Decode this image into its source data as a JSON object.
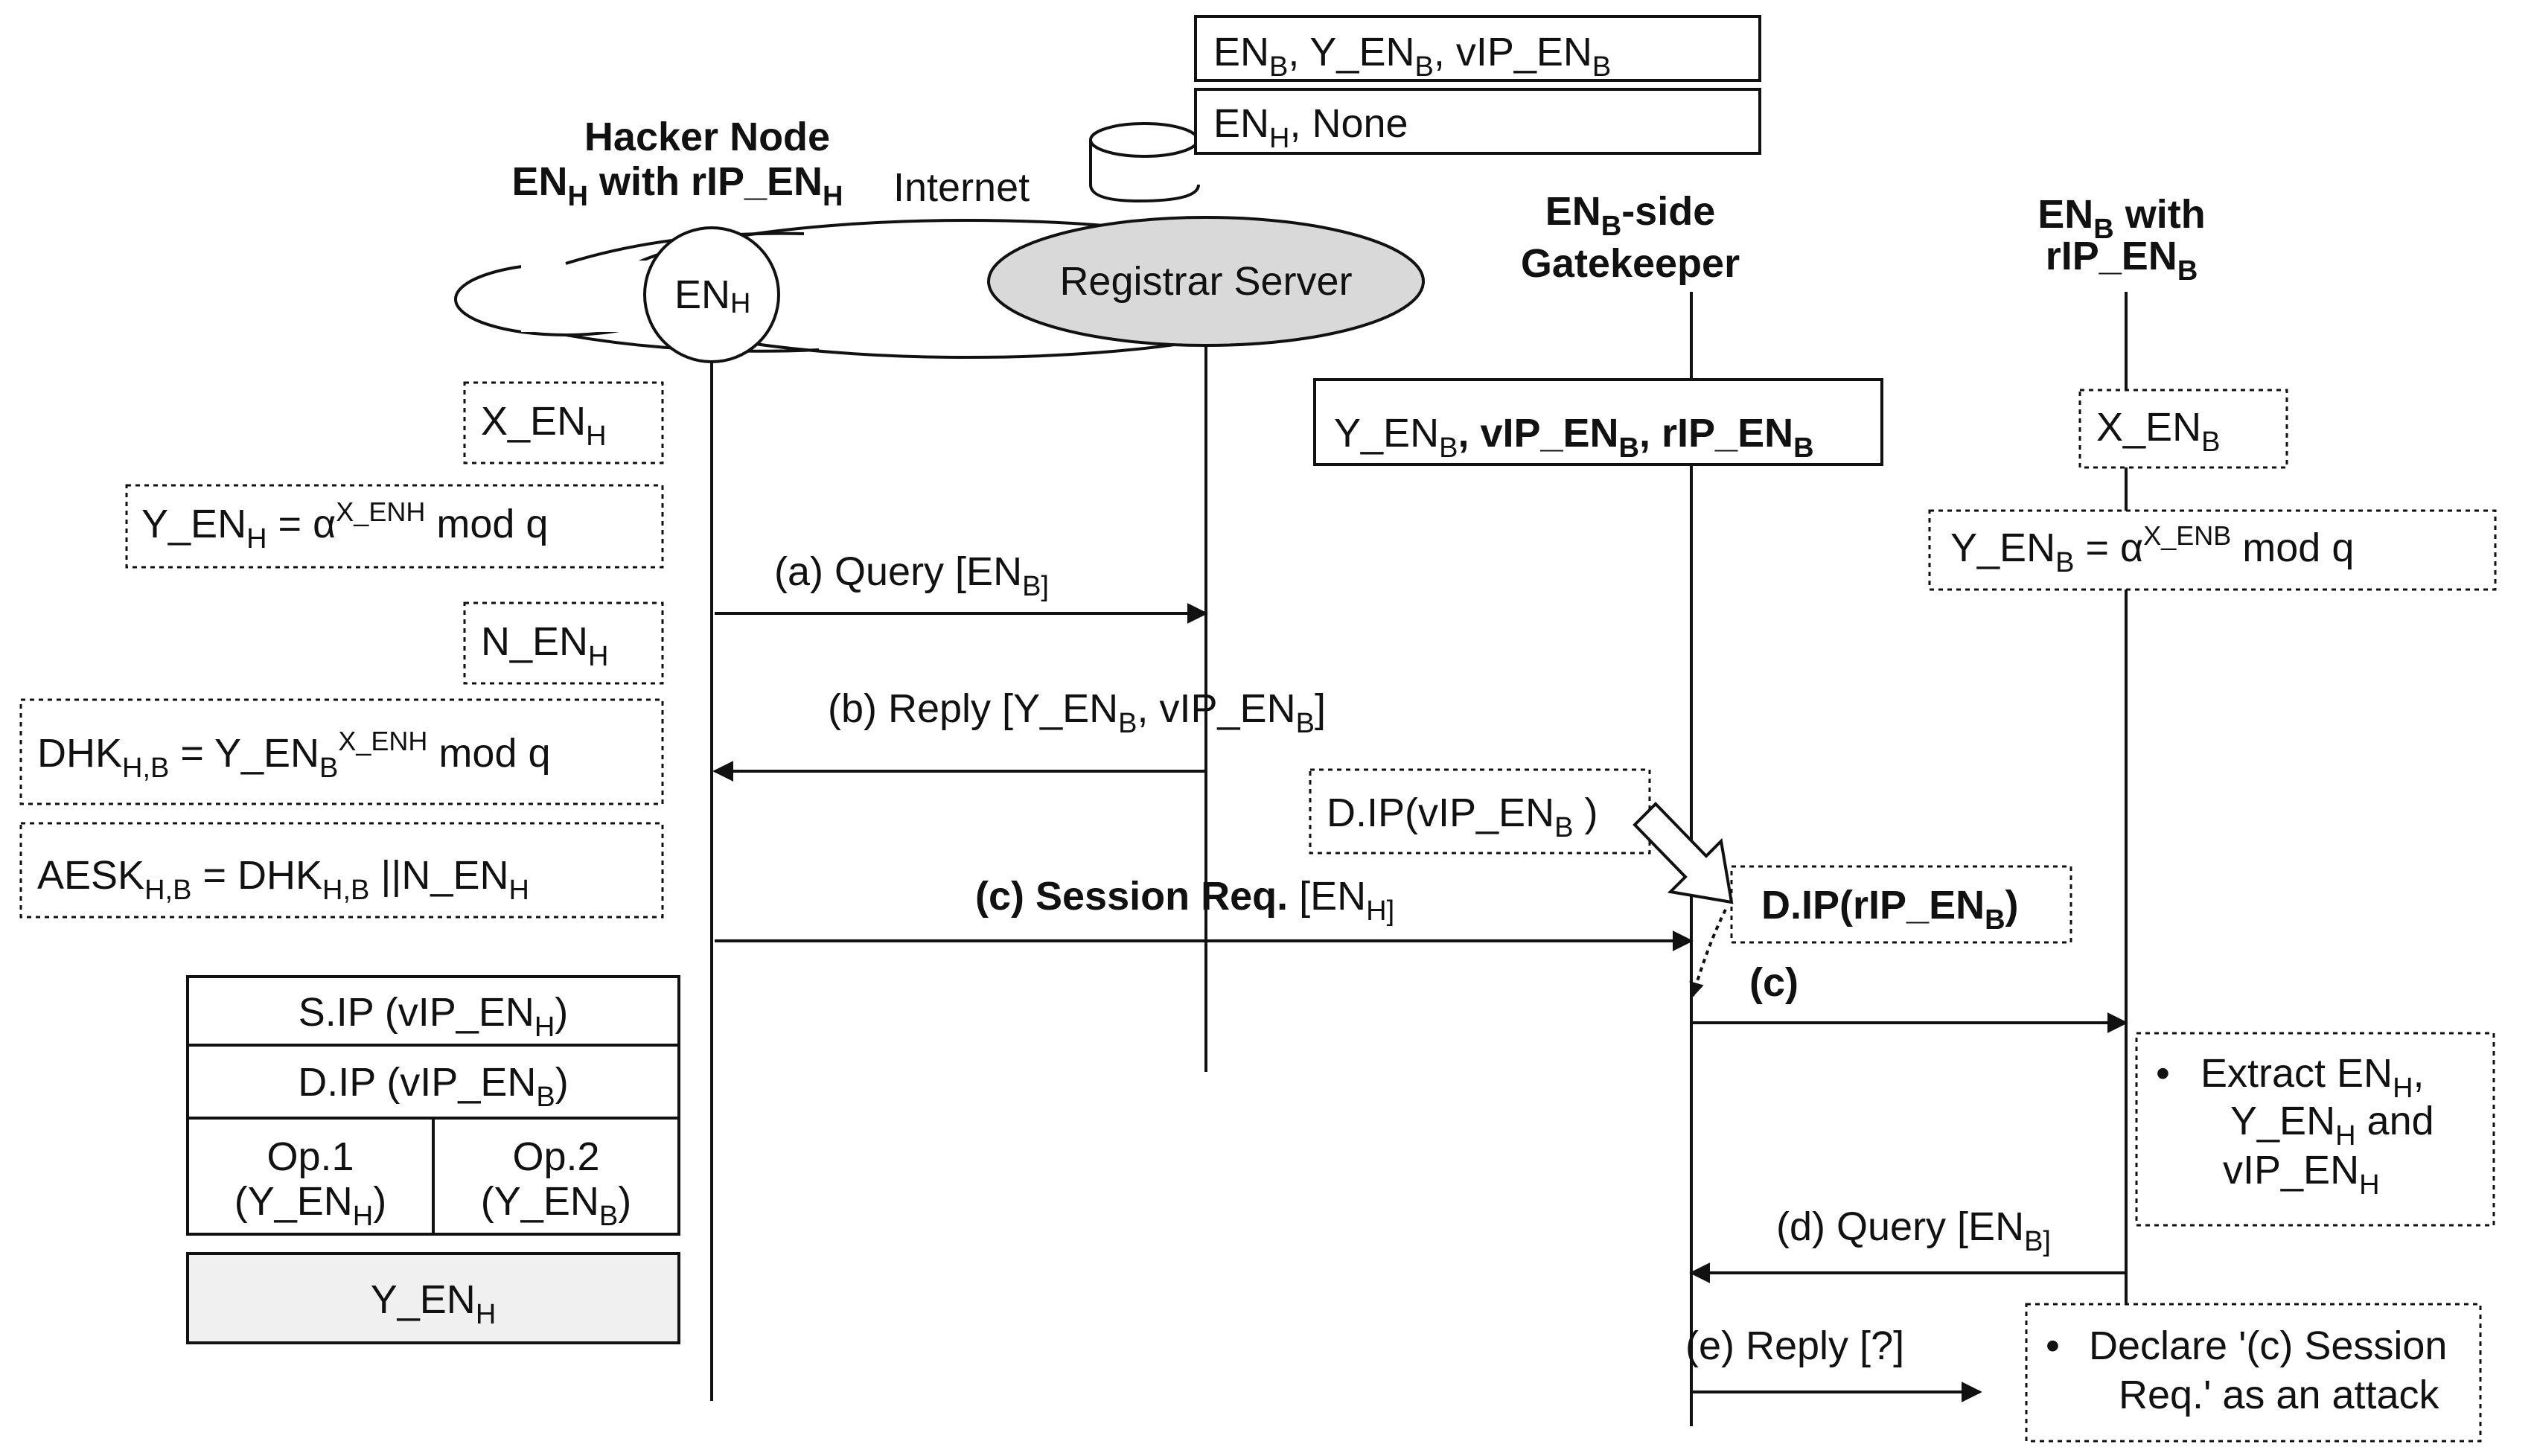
{
  "registrar_db": {
    "row1": {
      "a": "EN",
      "a_sub": "B",
      "b": ", Y_EN",
      "b_sub": "B",
      "c": ", vIP_EN",
      "c_sub": "B"
    },
    "row2": {
      "a": "EN",
      "a_sub": "H",
      "b": ", None"
    }
  },
  "internet_label": "Internet",
  "registrar_label": "Registrar Server",
  "hacker": {
    "title_line1": "Hacker Node",
    "title_line2_a": "EN",
    "title_line2_sub": "H",
    "title_line2_b": " with rIP_EN",
    "title_line2_sub2": "H",
    "node_text": "EN",
    "node_sub": "H",
    "x": {
      "a": "X_EN",
      "sub": "H"
    },
    "y": {
      "a": "Y_EN",
      "sub": "H",
      "b": " = α",
      "sup": "X_ENH",
      "c": " mod q"
    },
    "n": {
      "a": "N_EN",
      "sub": "H"
    },
    "dhk": {
      "a": "DHK",
      "sub": "H,B",
      "b": " = Y_EN",
      "sub2": "B",
      "sup": "X_ENH",
      "c": " mod q"
    },
    "aesk": {
      "a": "AESK",
      "sub": "H,B",
      "b": " = DHK",
      "sub2": "H,B",
      "c": " ||N_EN",
      "sub3": "H"
    }
  },
  "packet": {
    "sip": {
      "a": "S.IP (vIP_EN",
      "sub": "H",
      "b": ")"
    },
    "dip": {
      "a": "D.IP (vIP_EN",
      "sub": "B",
      "b": ")"
    },
    "op1": {
      "l1": "Op.1",
      "l2a": "(Y_EN",
      "l2sub": "H",
      "l2b": ")"
    },
    "op2": {
      "l1": "Op.2",
      "l2a": "(Y_EN",
      "l2sub": "B",
      "l2b": ")"
    },
    "payload": {
      "a": "Y_EN",
      "sub": "H"
    }
  },
  "gatekeeper": {
    "title_line1_a": "EN",
    "title_line1_sub": "B",
    "title_line1_b": "-side",
    "title_line2": "Gatekeeper",
    "table": {
      "a": "Y_EN",
      "sub": "B",
      "b": ", vIP_EN",
      "sub2": "B",
      "c": ", rIP_EN",
      "sub3": "B"
    },
    "dip_before": {
      "a": "D.IP(vIP_EN",
      "sub": "B",
      "b": " )"
    },
    "dip_after": {
      "a": "D.IP(rIP_EN",
      "sub": "B",
      "b": ")"
    }
  },
  "enb": {
    "title_line1_a": "EN",
    "title_line1_sub": "B",
    "title_line1_b": " with",
    "title_line2_a": "rIP_EN",
    "title_line2_sub": "B",
    "x": {
      "a": "X_EN",
      "sub": "B"
    },
    "y": {
      "a": "Y_EN",
      "sub": "B",
      "b": " = α",
      "sup": "X_ENB",
      "c": " mod q"
    },
    "extract": {
      "bullet": "•",
      "l1a": "Extract EN",
      "l1sub": "H",
      "l1b": ",",
      "l2a": "Y_EN",
      "l2sub": "H",
      "l2b": "  and",
      "l3a": "vIP_EN",
      "l3sub": "H"
    },
    "declare": {
      "bullet": "•",
      "l1": "Declare '(c) Session",
      "l2": "Req.' as an attack"
    }
  },
  "messages": {
    "a": {
      "a": "(a)  Query  [EN",
      "sub": "B]"
    },
    "b": {
      "a": "(b) Reply [Y_EN",
      "sub": "B",
      "b": ", vIP_EN",
      "sub2": "B",
      "c": "]"
    },
    "c": {
      "a": "(c) Session Req.",
      "b": "  [EN",
      "sub": "H]"
    },
    "c2": "(c)",
    "d": {
      "a": "(d)  Query  [EN",
      "sub": "B]"
    },
    "e": "(e) Reply [?]"
  }
}
